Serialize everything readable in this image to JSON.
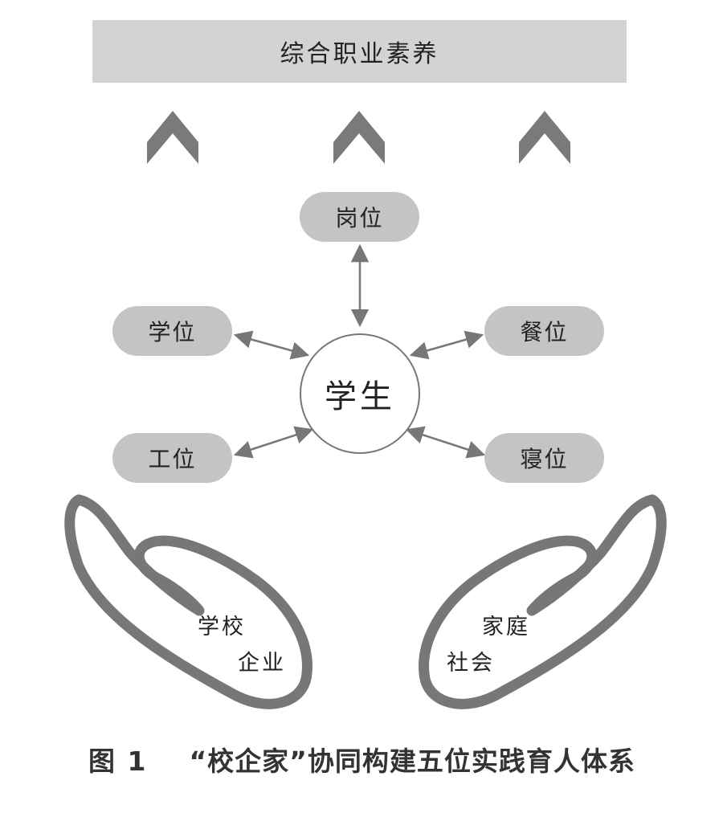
{
  "banner": {
    "label": "综合职业素养"
  },
  "center": {
    "label": "学生"
  },
  "nodes": {
    "top": "岗位",
    "left_upper": "学位",
    "right_upper": "餐位",
    "left_lower": "工位",
    "right_lower": "寝位"
  },
  "hands": {
    "left": {
      "line1": "学校",
      "line2": "企业"
    },
    "right": {
      "line1": "家庭",
      "line2": "社会"
    }
  },
  "caption": {
    "number": "图 1",
    "title": "“校企家”协同构建五位实践育人体系"
  },
  "colors": {
    "banner": "#d3d3d3",
    "pill": "#c4c4c4",
    "arrow": "#777777",
    "chevron": "#7a7a7a",
    "hand": "#777777"
  }
}
